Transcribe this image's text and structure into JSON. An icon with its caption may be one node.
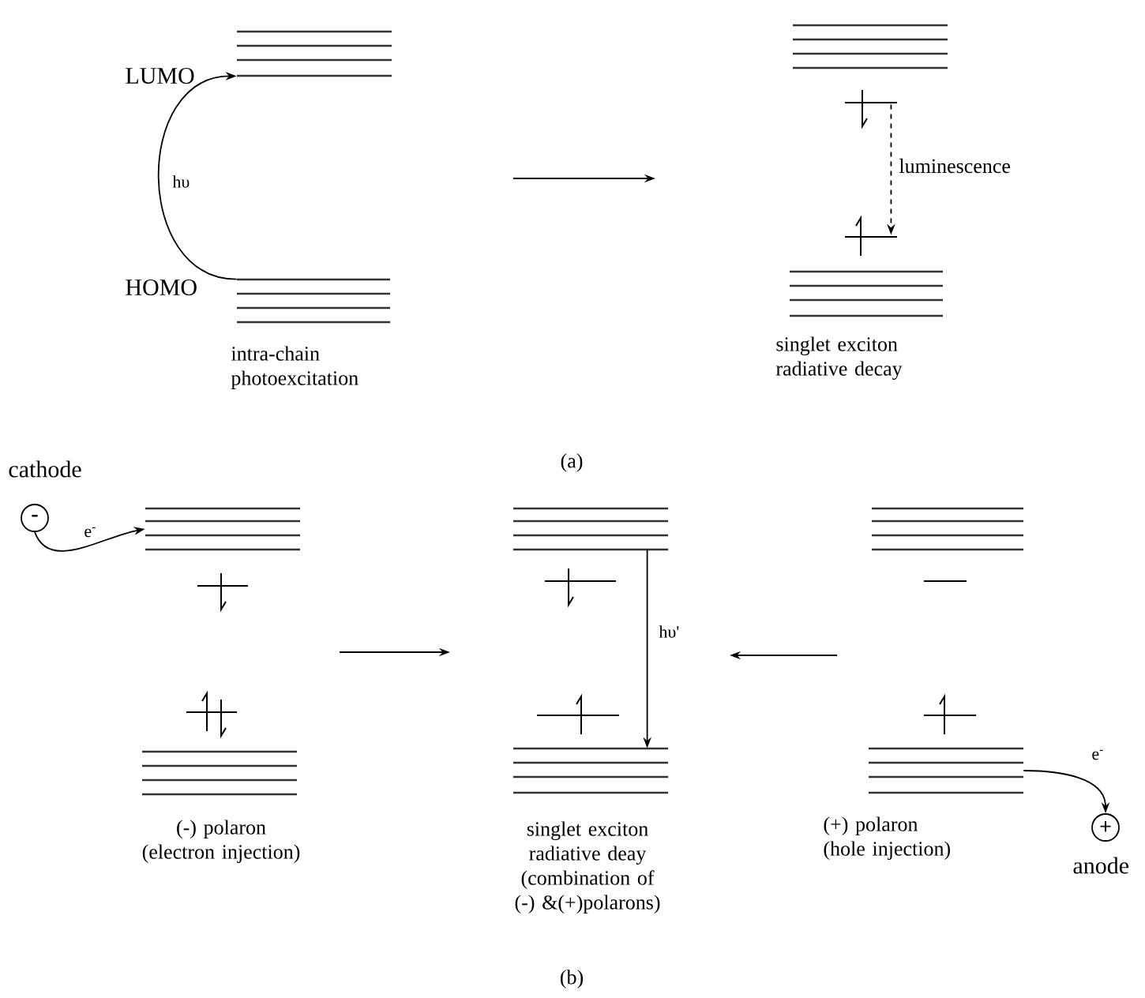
{
  "diagram": {
    "nodes": [
      {
        "text": [
          "intra-chain photoexcitation"
        ]
      },
      {
        "text": [],
        "shape": "bar",
        "beside": [
          "LUMO"
        ]
      },
      {
        "text": [],
        "shape": "bar",
        "beside": [
          "HOMO"
        ]
      },
      {
        "text": [
          "singlet exciton radiative decay"
        ]
      },
      {
        "text": [],
        "shape": "bar"
      },
      {
        "text": [],
        "shape": "bar"
      },
      {
        "text": [],
        "shape": "bar"
      },
      {
        "text": [],
        "shape": "bar"
      },
      {
        "text": [
          "-"
        ],
        "beside": [
          "cathode"
        ]
      },
      {
        "text": [
          "(-) polaron",
          "(electron injection)"
        ]
      },
      {
        "text": [],
        "shape": "bar"
      },
      {
        "text": [],
        "shape": "bar"
      },
      {
        "text": [],
        "shape": "bar"
      },
      {
        "text": [],
        "shape": "bar"
      },
      {
        "text": [
          "singlet exciton radiative deay (combination of (-) &(+)polarons)"
        ]
      },
      {
        "text": [],
        "shape": "bar"
      },
      {
        "text": [],
        "shape": "bar"
      },
      {
        "text": [],
        "shape": "bar"
      },
      {
        "text": [],
        "shape": "bar"
      },
      {
        "text": [
          "(+) polaron",
          "(hole injection)"
        ]
      },
      {
        "text": [],
        "shape": "bar"
      },
      {
        "text": [],
        "shape": "bar"
      },
      {
        "text": [],
        "shape": "bar"
      },
      {
        "text": [],
        "shape": "bar"
      },
      {
        "text": [
          "+"
        ],
        "beside": [
          "anode"
        ]
      }
    ],
    "edges": [
      {
        "from": 2,
        "to": 1,
        "arrow": "to",
        "label": "hυ"
      },
      {
        "from": 5,
        "to": 6,
        "arrow": "to",
        "style": "dashed",
        "label": "luminescence"
      },
      {
        "from": 8,
        "to": 10,
        "arrow": "to",
        "label": "e$^{-}$"
      },
      {
        "from": 15,
        "to": 18,
        "arrow": "to",
        "label": "hυ'"
      },
      {
        "from": 23,
        "to": 24,
        "arrow": "to",
        "label": "e$^{-}$"
      }
    ],
    "labels": [
      "(a)",
      "(b)"
    ]
  }
}
